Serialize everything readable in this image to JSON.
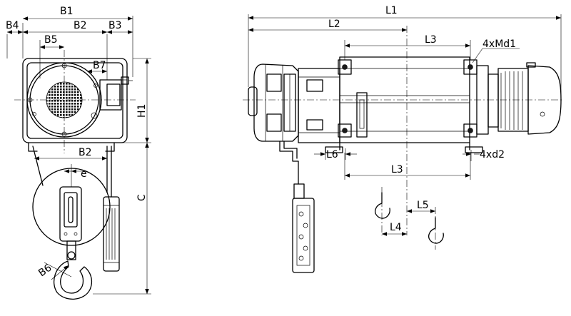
{
  "labels": {
    "b1": "B1",
    "b4": "B4",
    "b2_top": "B2",
    "b3": "B3",
    "b5": "B5",
    "b7": "B7",
    "h1": "H1",
    "b2_mid": "B2",
    "e": "e",
    "c": "C",
    "b6": "B6",
    "l1": "L1",
    "l2": "L2",
    "l3_top": "L3",
    "mounting_holes": "4xMd1",
    "l6": "L6",
    "foot_holes": "4xd2",
    "l3_bottom": "L3",
    "l5": "L5",
    "l4": "L4"
  }
}
